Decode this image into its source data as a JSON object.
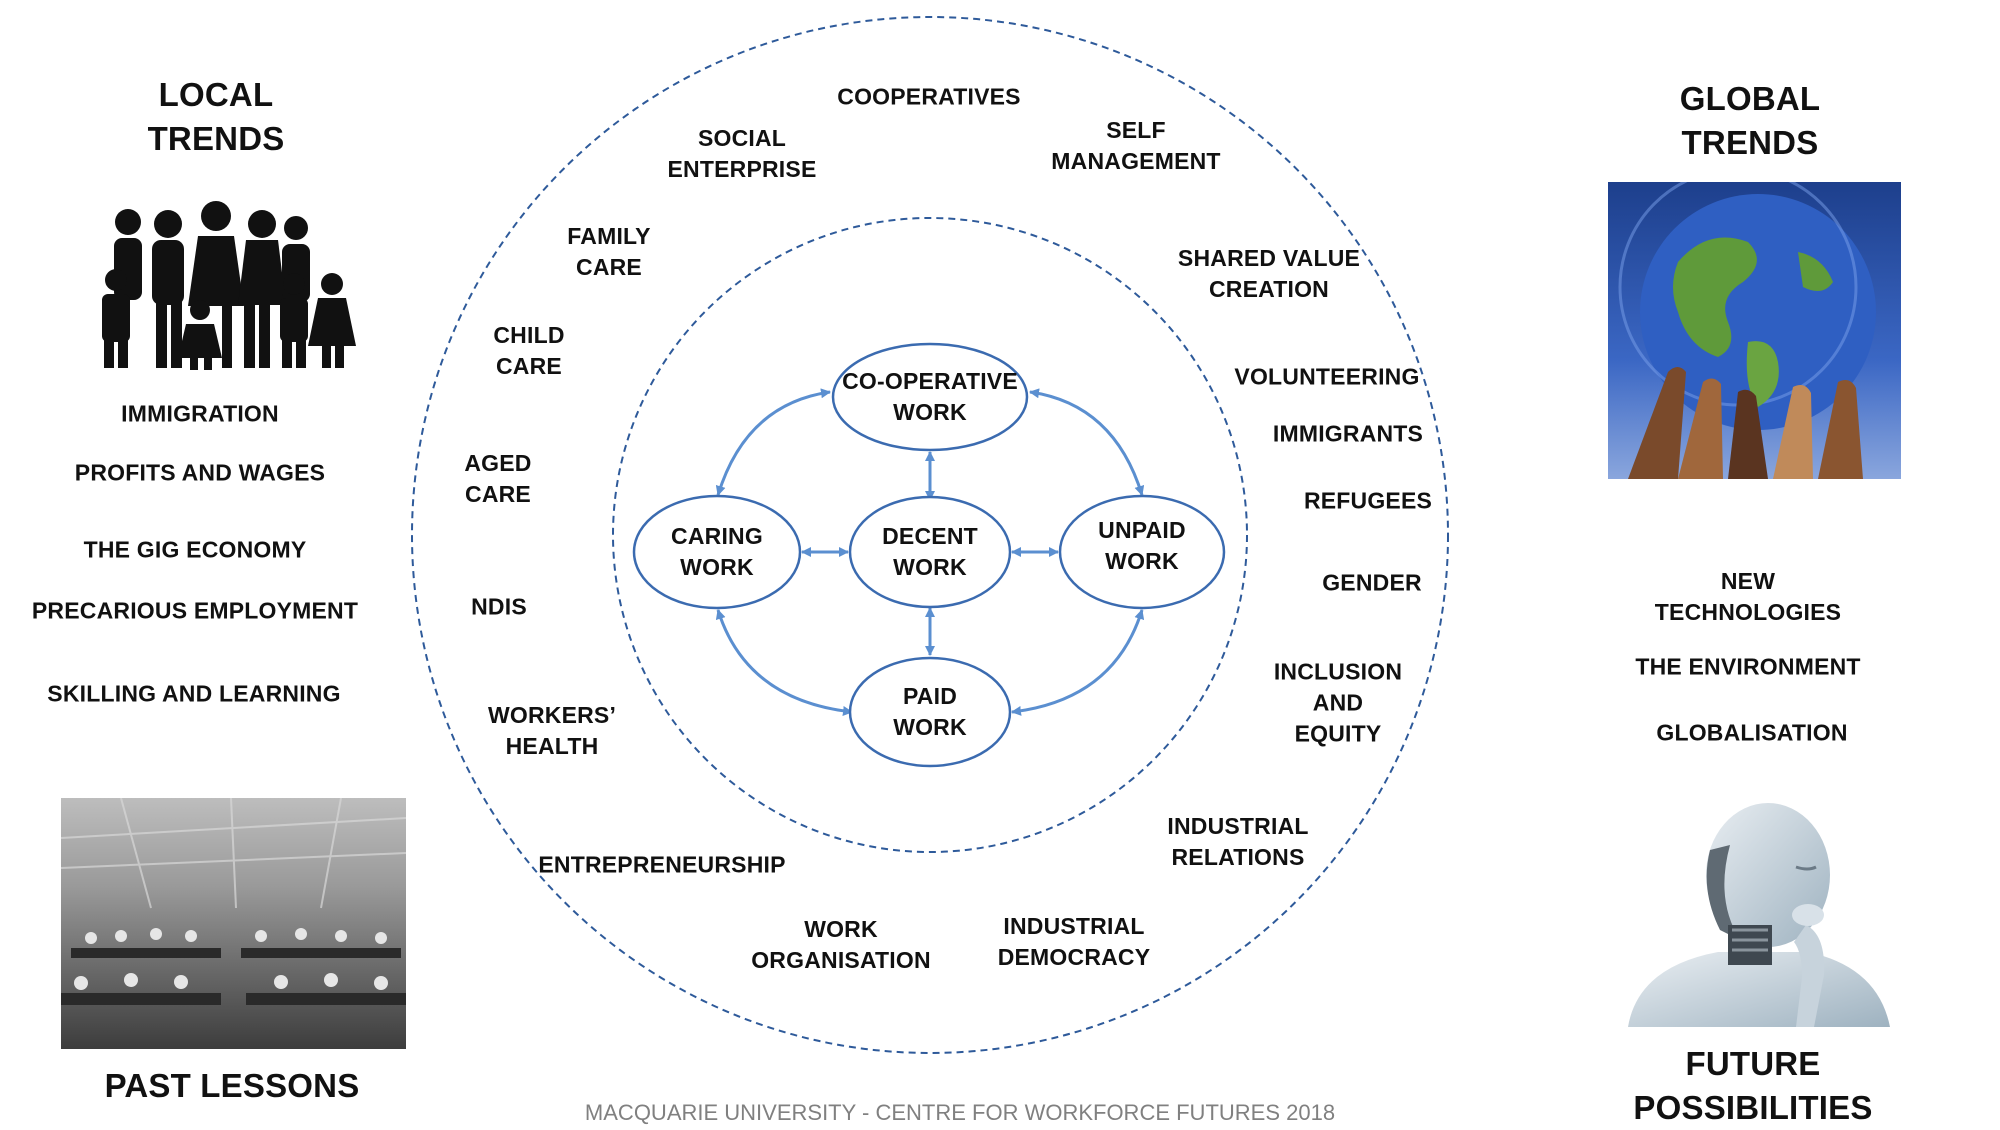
{
  "local_trends": {
    "heading": "LOCAL\nTRENDS",
    "items": [
      "IMMIGRATION",
      "PROFITS AND WAGES",
      "THE GIG ECONOMY",
      "PRECARIOUS EMPLOYMENT",
      "SKILLING AND LEARNING"
    ]
  },
  "past_lessons": {
    "heading": "PAST LESSONS"
  },
  "global_trends": {
    "heading": "GLOBAL\nTRENDS",
    "items": [
      "NEW\nTECHNOLOGIES",
      "THE ENVIRONMENT",
      "GLOBALISATION"
    ]
  },
  "future_possibilities": {
    "heading": "FUTURE POSSIBILITIES"
  },
  "outer_ring": {
    "items": [
      "COOPERATIVES",
      "SOCIAL\nENTERPRISE",
      "SELF\nMANAGEMENT",
      "FAMILY\nCARE",
      "SHARED VALUE\nCREATION",
      "CHILD\nCARE",
      "VOLUNTEERING",
      "IMMIGRANTS",
      "AGED\nCARE",
      "REFUGEES",
      "GENDER",
      "NDIS",
      "INCLUSION\nAND\nEQUITY",
      "WORKERS’\nHEALTH",
      "INDUSTRIAL\nRELATIONS",
      "ENTREPRENEURSHIP",
      "WORK\nORGANISATION",
      "INDUSTRIAL\nDEMOCRACY"
    ]
  },
  "core": {
    "top": "CO-OPERATIVE\nWORK",
    "left": "CARING\nWORK",
    "center": "DECENT\nWORK",
    "right": "UNPAID\nWORK",
    "bottom": "PAID\nWORK"
  },
  "footer": "MACQUARIE UNIVERSITY - CENTRE FOR WORKFORCE FUTURES 2018",
  "colors": {
    "ring": "#2e5a9a",
    "ellipse": "#3b6bb0",
    "arrow": "#5b8fd0",
    "text": "#111111",
    "footer": "#808080"
  },
  "icons": [
    "family-icon",
    "globe-hands-image",
    "factory-workers-image",
    "robot-thinking-image"
  ]
}
